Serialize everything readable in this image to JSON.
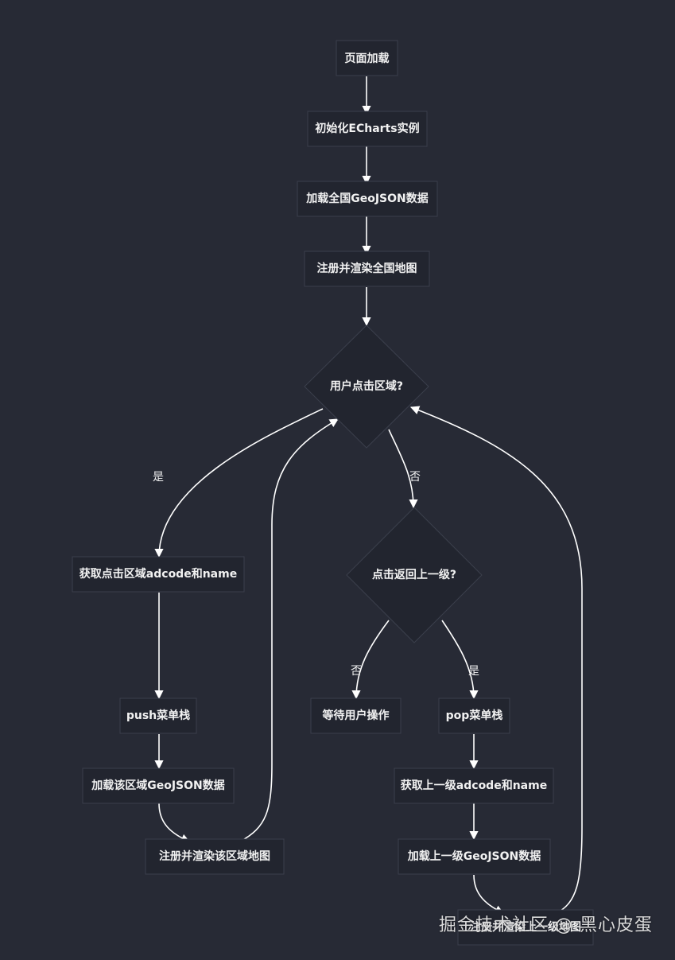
{
  "colors": {
    "background": "#272a35",
    "node_fill": "#22252f",
    "node_border": "#3b3f4c",
    "edge": "#ffffff",
    "text": "#f2f2f2"
  },
  "nodes": {
    "page_load": "页面加载",
    "init_echarts": "初始化ECharts实例",
    "load_national_geojson": "加载全国GeoJSON数据",
    "register_national_map": "注册并渲染全国地图",
    "user_click_region": "用户点击区域?",
    "get_adcode_name": "获取点击区域adcode和name",
    "push_menu_stack": "push菜单栈",
    "load_region_geojson": "加载该区域GeoJSON数据",
    "register_region_map": "注册并渲染该区域地图",
    "click_back": "点击返回上一级?",
    "wait_user": "等待用户操作",
    "pop_menu_stack": "pop菜单栈",
    "get_parent_adcode": "获取上一级adcode和name",
    "load_parent_geojson": "加载上一级GeoJSON数据",
    "register_parent_map": "注册并渲染上一级地图"
  },
  "edge_labels": {
    "click_yes": "是",
    "click_no": "否",
    "back_no": "否",
    "back_yes": "是"
  },
  "watermark": "掘金技术社区 @ 黑心皮蛋"
}
